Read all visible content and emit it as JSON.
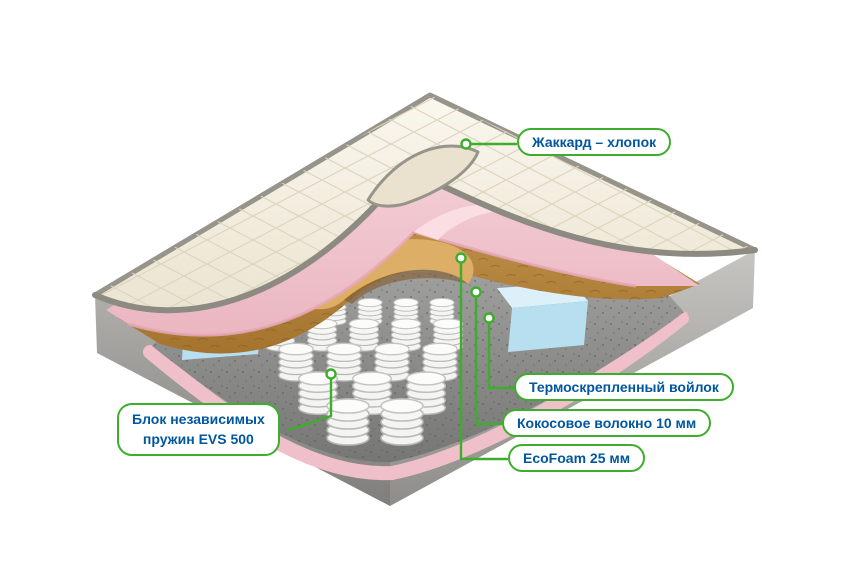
{
  "callouts": {
    "jacquard": {
      "label": "Жаккард – хлопок"
    },
    "felt": {
      "label": "Термоскрепленный войлок"
    },
    "coconut": {
      "label": "Кокосовое волокно 10 мм"
    },
    "ecofoam": {
      "label": "EcoFoam 25 мм"
    },
    "springs": {
      "line1": "Блок независимых",
      "line2": "пружин EVS 500"
    }
  },
  "colors": {
    "callout_border": "#3dae2b",
    "callout_text": "#0057a0",
    "leader_line": "#3dae2b",
    "quilt_fabric": "#f5efe2",
    "ecofoam_pink": "#f3c9d2",
    "coconut_fiber": "#c08a45",
    "felt_gray": "#8b8b89",
    "foam_blue": "#bfe2f2",
    "springs_white": "#f4f4f2",
    "side_fabric": "#a09e9b"
  }
}
